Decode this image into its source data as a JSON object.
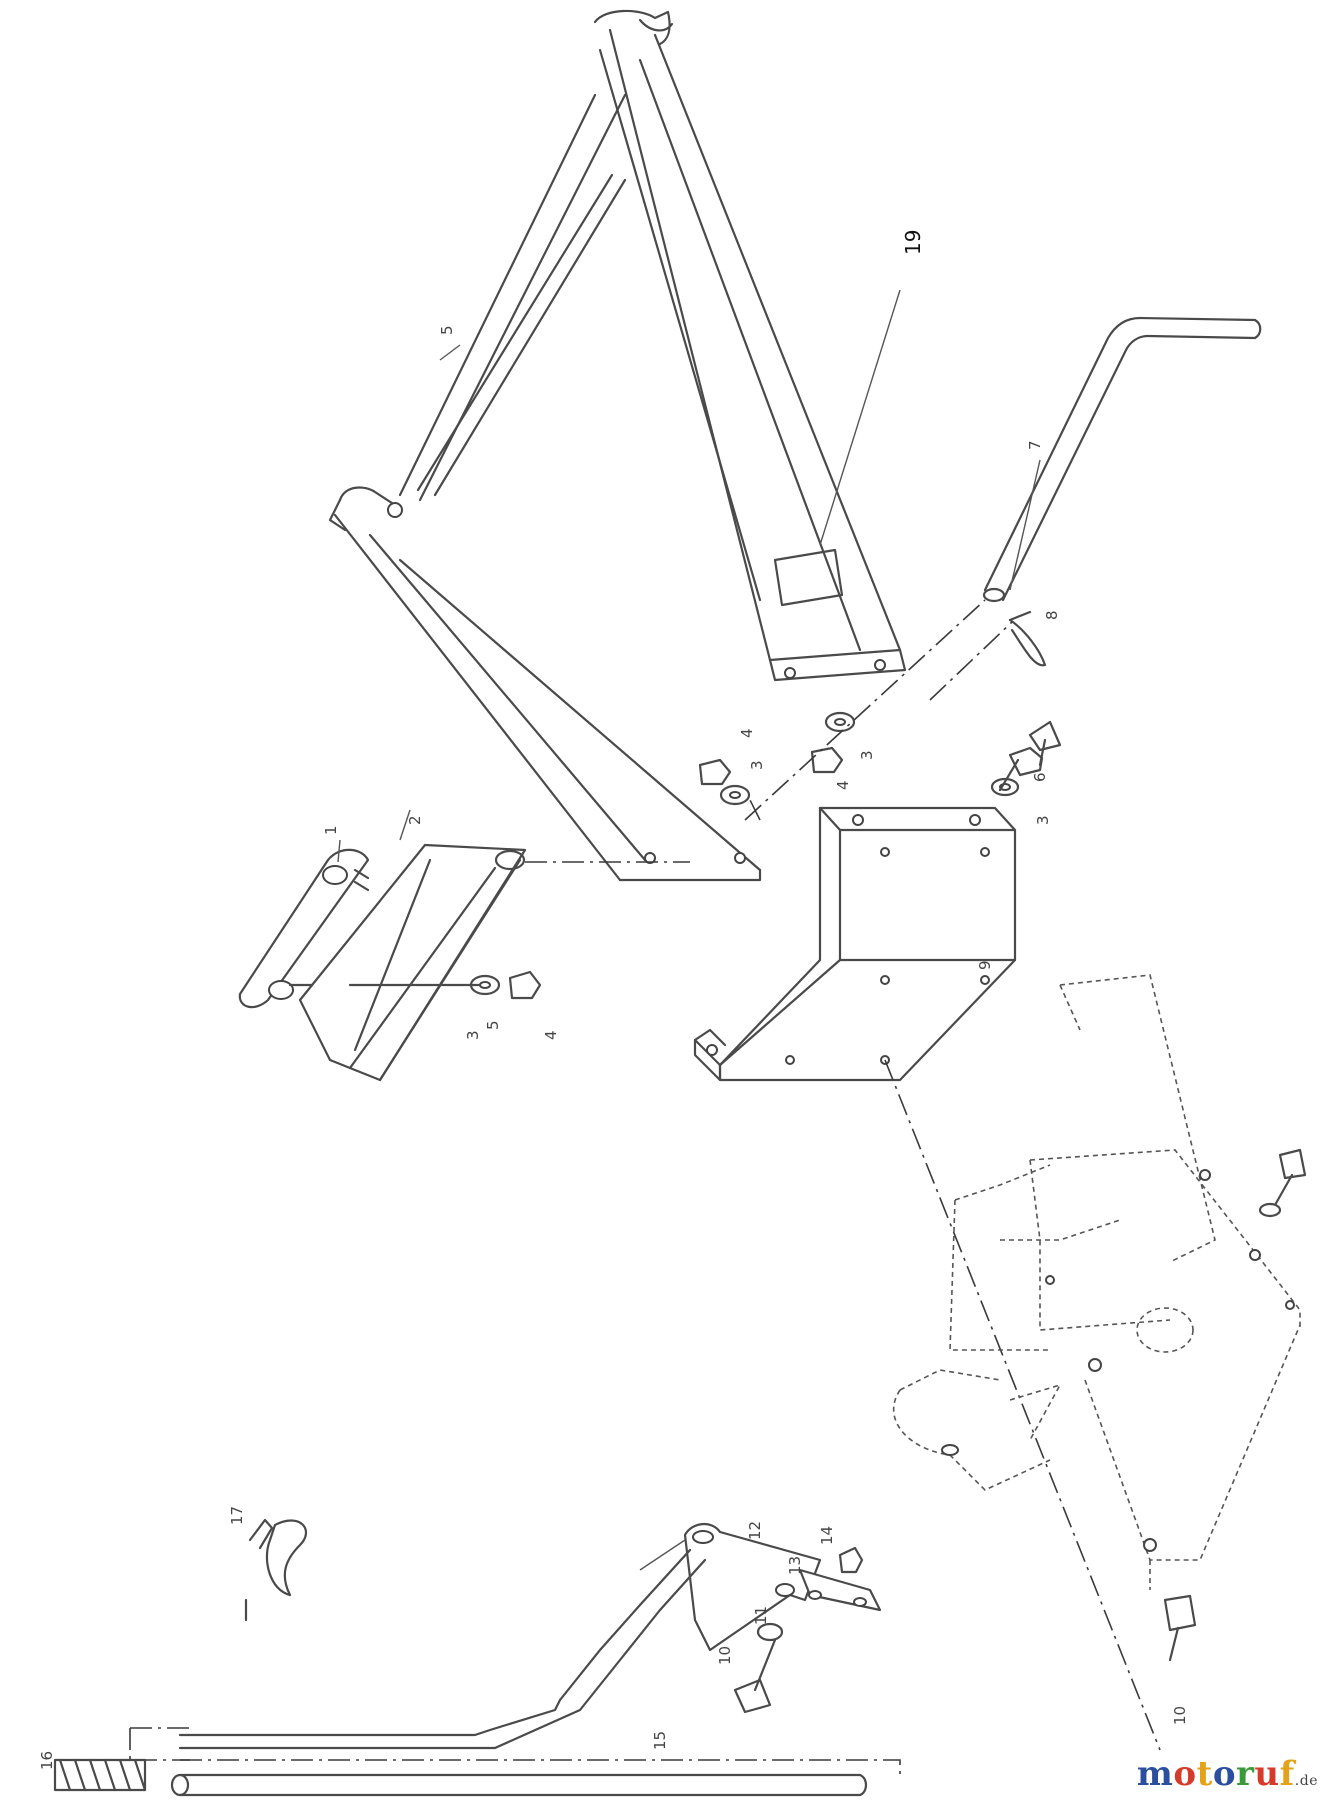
{
  "callouts": {
    "c1": "1",
    "c2": "2",
    "c3a": "3",
    "c3b": "3",
    "c3c": "3",
    "c3d": "3",
    "c4a": "4",
    "c4b": "4",
    "c4c": "4",
    "c5a": "5",
    "c5b": "5",
    "c6": "6",
    "c7": "7",
    "c8": "8",
    "c9": "9",
    "c10a": "10",
    "c10b": "10",
    "c11": "11",
    "c12": "12",
    "c13": "13",
    "c14": "14",
    "c15": "15",
    "c16": "16",
    "c17": "17",
    "c19": "19"
  },
  "watermark": {
    "letters": [
      "m",
      "o",
      "t",
      "o",
      "r",
      "u",
      "f"
    ],
    "suffix": ".de",
    "colors": [
      "#2b4f9e",
      "#d63a2a",
      "#e3a21a",
      "#2b4f9e",
      "#3a9a3a",
      "#d63a2a",
      "#e3a21a"
    ]
  }
}
